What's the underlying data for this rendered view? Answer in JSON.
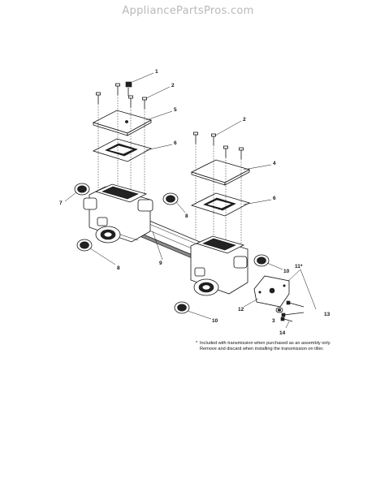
{
  "watermark": "AppliancePartsPros.com",
  "callouts": {
    "c1": "1",
    "c2a": "2",
    "c2b": "2",
    "c3": "3",
    "c4": "4",
    "c5": "5",
    "c6a": "6",
    "c6b": "6",
    "c7": "7",
    "c8a": "8",
    "c8b": "8",
    "c9": "9",
    "c10a": "10",
    "c10b": "10",
    "c11": "11*",
    "c12": "12",
    "c13": "13",
    "c14": "14"
  },
  "footnote": {
    "star": "*",
    "line1": "Included with transmission when purchased as an assembly only.",
    "line2": "Remove and discard when installing the transmission on tiller."
  }
}
